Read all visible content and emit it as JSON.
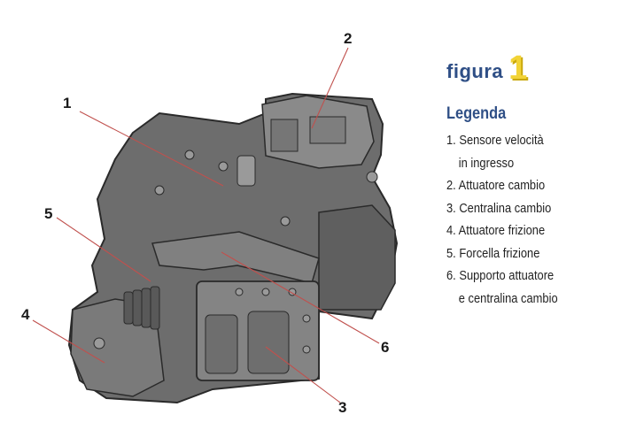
{
  "figure": {
    "word": "figura",
    "number": "1"
  },
  "legend": {
    "title": "Legenda",
    "items": [
      {
        "line1": "1. Sensore velocità",
        "line2": "in ingresso"
      },
      {
        "line1": "2. Attuatore cambio",
        "line2": ""
      },
      {
        "line1": "3. Centralina cambio",
        "line2": ""
      },
      {
        "line1": "4. Attuatore frizione",
        "line2": ""
      },
      {
        "line1": "5. Forcella frizione",
        "line2": ""
      },
      {
        "line1": "6. Supporto attuatore",
        "line2": "e centralina cambio"
      }
    ]
  },
  "callouts": [
    "1",
    "2",
    "3",
    "4",
    "5",
    "6"
  ],
  "colors": {
    "accent_blue": "#2f4f86",
    "figure_number_yellow": "#f2d336",
    "leader_line": "#c0504d",
    "housing_gray": "#6d6d6d"
  }
}
